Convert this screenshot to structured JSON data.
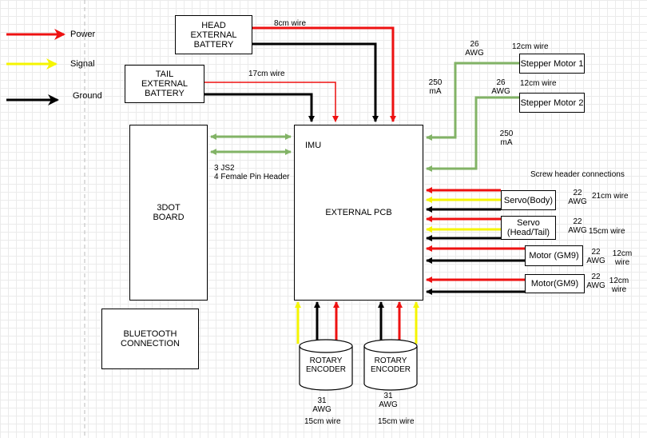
{
  "colors": {
    "power": "#ee1111",
    "signal": "#f5f500",
    "ground": "#000000",
    "data": "#82b366",
    "dashed": "#bbbbbb"
  },
  "legend": {
    "power": "Power",
    "signal": "Signal",
    "ground": "Ground"
  },
  "boxes": {
    "head_battery": "HEAD\nEXTERNAL\nBATTERY",
    "tail_battery": "TAIL\nEXTERNAL\nBATTERY",
    "dot_board": "3DOT\nBOARD",
    "bluetooth": "BLUETOOTH\nCONNECTION",
    "pcb": "EXTERNAL PCB",
    "imu": "IMU",
    "stepper1": "Stepper Motor 1",
    "stepper2": "Stepper Motor 2",
    "servo_body": "Servo(Body)",
    "servo_head": "Servo\n(Head/Tail)",
    "motor1": "Motor (GM9)",
    "motor2": "Motor(GM9)"
  },
  "encoders": {
    "left": {
      "label": "ROTARY\nENCODER",
      "awg": "31\nAWG",
      "wire": "15cm wire"
    },
    "right": {
      "label": "ROTARY\nENCODER",
      "awg": "31\nAWG",
      "wire": "15cm wire"
    }
  },
  "labels": {
    "head_wire": "8cm wire",
    "tail_wire": "17cm wire",
    "header": "3 JS2\n4 Female Pin Header",
    "stepper1_awg": "26\nAWG",
    "stepper1_wire": "12cm wire",
    "stepper1_ma": "250\nmA",
    "stepper2_awg": "26\nAWG",
    "stepper2_wire": "12cm wire",
    "stepper2_ma": "250\nmA",
    "screw_header": "Screw header connections",
    "servo_body_awg": "22\nAWG",
    "servo_body_wire": "21cm wire",
    "servo_head_awg": "22\nAWG",
    "servo_head_wire": "15cm wire",
    "motor1_awg": "22\nAWG",
    "motor1_wire": "12cm\nwire",
    "motor2_awg": "22\nAWG",
    "motor2_wire": "12cm\nwire"
  }
}
